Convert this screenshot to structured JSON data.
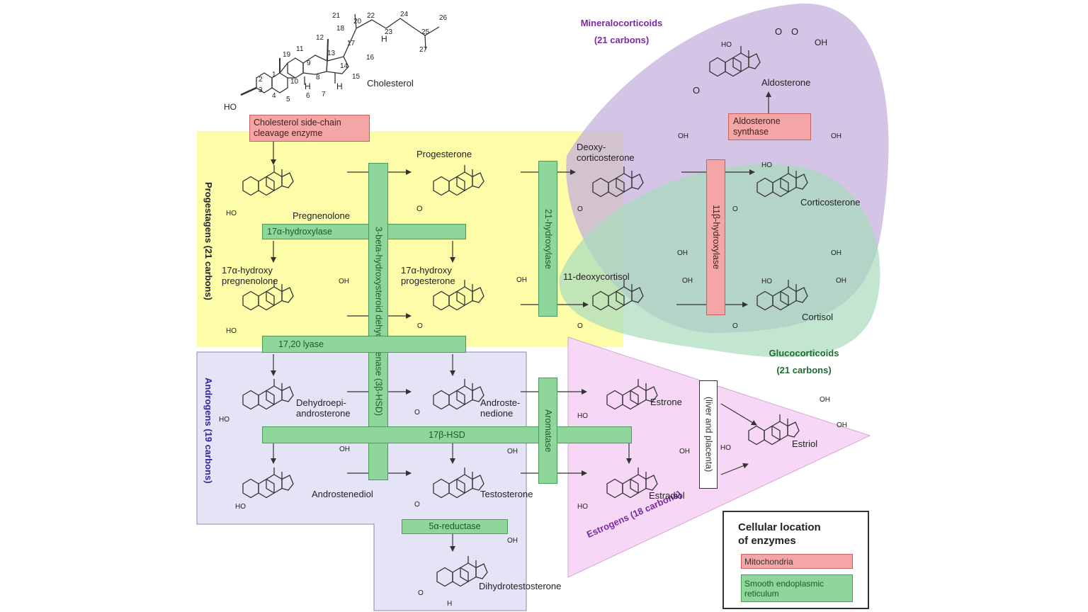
{
  "regions": {
    "progestagens": "Progestagens (21 carbons)",
    "androgens": "Androgens (19 carbons)",
    "estrogens": "Estrogens (18 carbons)",
    "mineralocorticoids": [
      "Mineralocorticoids",
      "(21 carbons)"
    ],
    "glucocorticoids": [
      "Glucocorticoids",
      "(21 carbons)"
    ]
  },
  "compounds": {
    "cholesterol": "Cholesterol",
    "pregnenolone": "Pregnenolone",
    "progesterone": "Progesterone",
    "deoxycorticosterone": [
      "Deoxy-",
      "corticosterone"
    ],
    "corticosterone": "Corticosterone",
    "aldosterone": "Aldosterone",
    "hydroxypregnenolone": [
      "17α-hydroxy",
      "pregnenolone"
    ],
    "hydroxyprogesterone": [
      "17α-hydroxy",
      "progesterone"
    ],
    "deoxycortisol": "11-deoxycortisol",
    "cortisol": "Cortisol",
    "dhea": [
      "Dehydroepi-",
      "androsterone"
    ],
    "androstenedione": [
      "Androste-",
      "nedione"
    ],
    "estrone": "Estrone",
    "estriol": "Estriol",
    "androstenediol": "Androstenediol",
    "testosterone": "Testosterone",
    "estradiol": "Estradiol",
    "dht": "Dihydrotestosterone"
  },
  "enzymes": {
    "scc": [
      "Cholesterol side-chain",
      "cleavage enzyme"
    ],
    "hydroxylase17": "17α-hydroxylase",
    "hsd3b": "3-beta-hydroxysteroid dehydrogenase (3β-HSD)",
    "hydroxylase21": "21-hydroxylase",
    "hydroxylase11b": "11β-hydroxylase",
    "aldosterone_synthase": [
      "Aldosterone",
      "synthase"
    ],
    "lyase": "17,20 lyase",
    "hsd17b": "17β-HSD",
    "aromatase": "Aromatase",
    "liver_placenta": "(liver and placenta)",
    "reductase5a": "5α-reductase"
  },
  "cholesterol_numbers": [
    "1",
    "2",
    "3",
    "4",
    "5",
    "6",
    "7",
    "8",
    "9",
    "10",
    "11",
    "12",
    "13",
    "14",
    "15",
    "16",
    "17",
    "18",
    "19",
    "20",
    "21",
    "22",
    "23",
    "24",
    "25",
    "26",
    "27"
  ],
  "groups": {
    "ho": "HO",
    "oh": "OH",
    "o": "O",
    "h": "H"
  },
  "legend": {
    "title": [
      "Cellular location",
      "of enzymes"
    ],
    "items": [
      {
        "label": "Mitochondria",
        "color": "#f4a6a6"
      },
      {
        "label": [
          "Smooth endoplasmic",
          "reticulum"
        ],
        "color": "#8fd69a"
      }
    ]
  },
  "colors": {
    "progestagens": "#fbfb9a",
    "androgens": "#e4e4f6",
    "estrogens": "#f6d8f6",
    "mineralocorticoids": "#c6b0dc",
    "glucocorticoids": "#a8dcbc",
    "enzyme_er": "#8fd69a",
    "enzyme_mito": "#f4a6a6",
    "title_purple": "#7a2aa0",
    "title_blue": "#2a2a9a",
    "title_green": "#1f6a32"
  }
}
